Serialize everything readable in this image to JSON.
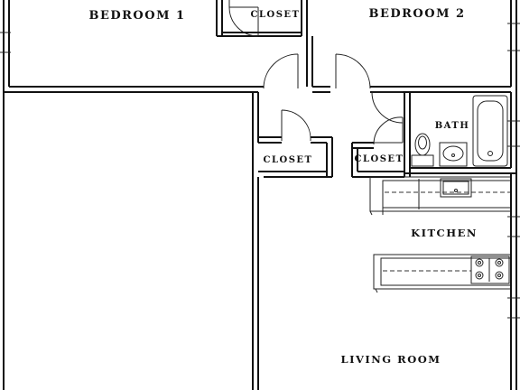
{
  "rooms": {
    "bedroom1": "BEDROOM 1",
    "bedroom2": "BEDROOM 2",
    "closet_top": "CLOSET",
    "closet_mid_left": "CLOSET",
    "closet_mid_right": "CLOSET",
    "bath": "BATH",
    "kitchen": "KITCHEN",
    "living_room": "LIVING ROOM"
  }
}
